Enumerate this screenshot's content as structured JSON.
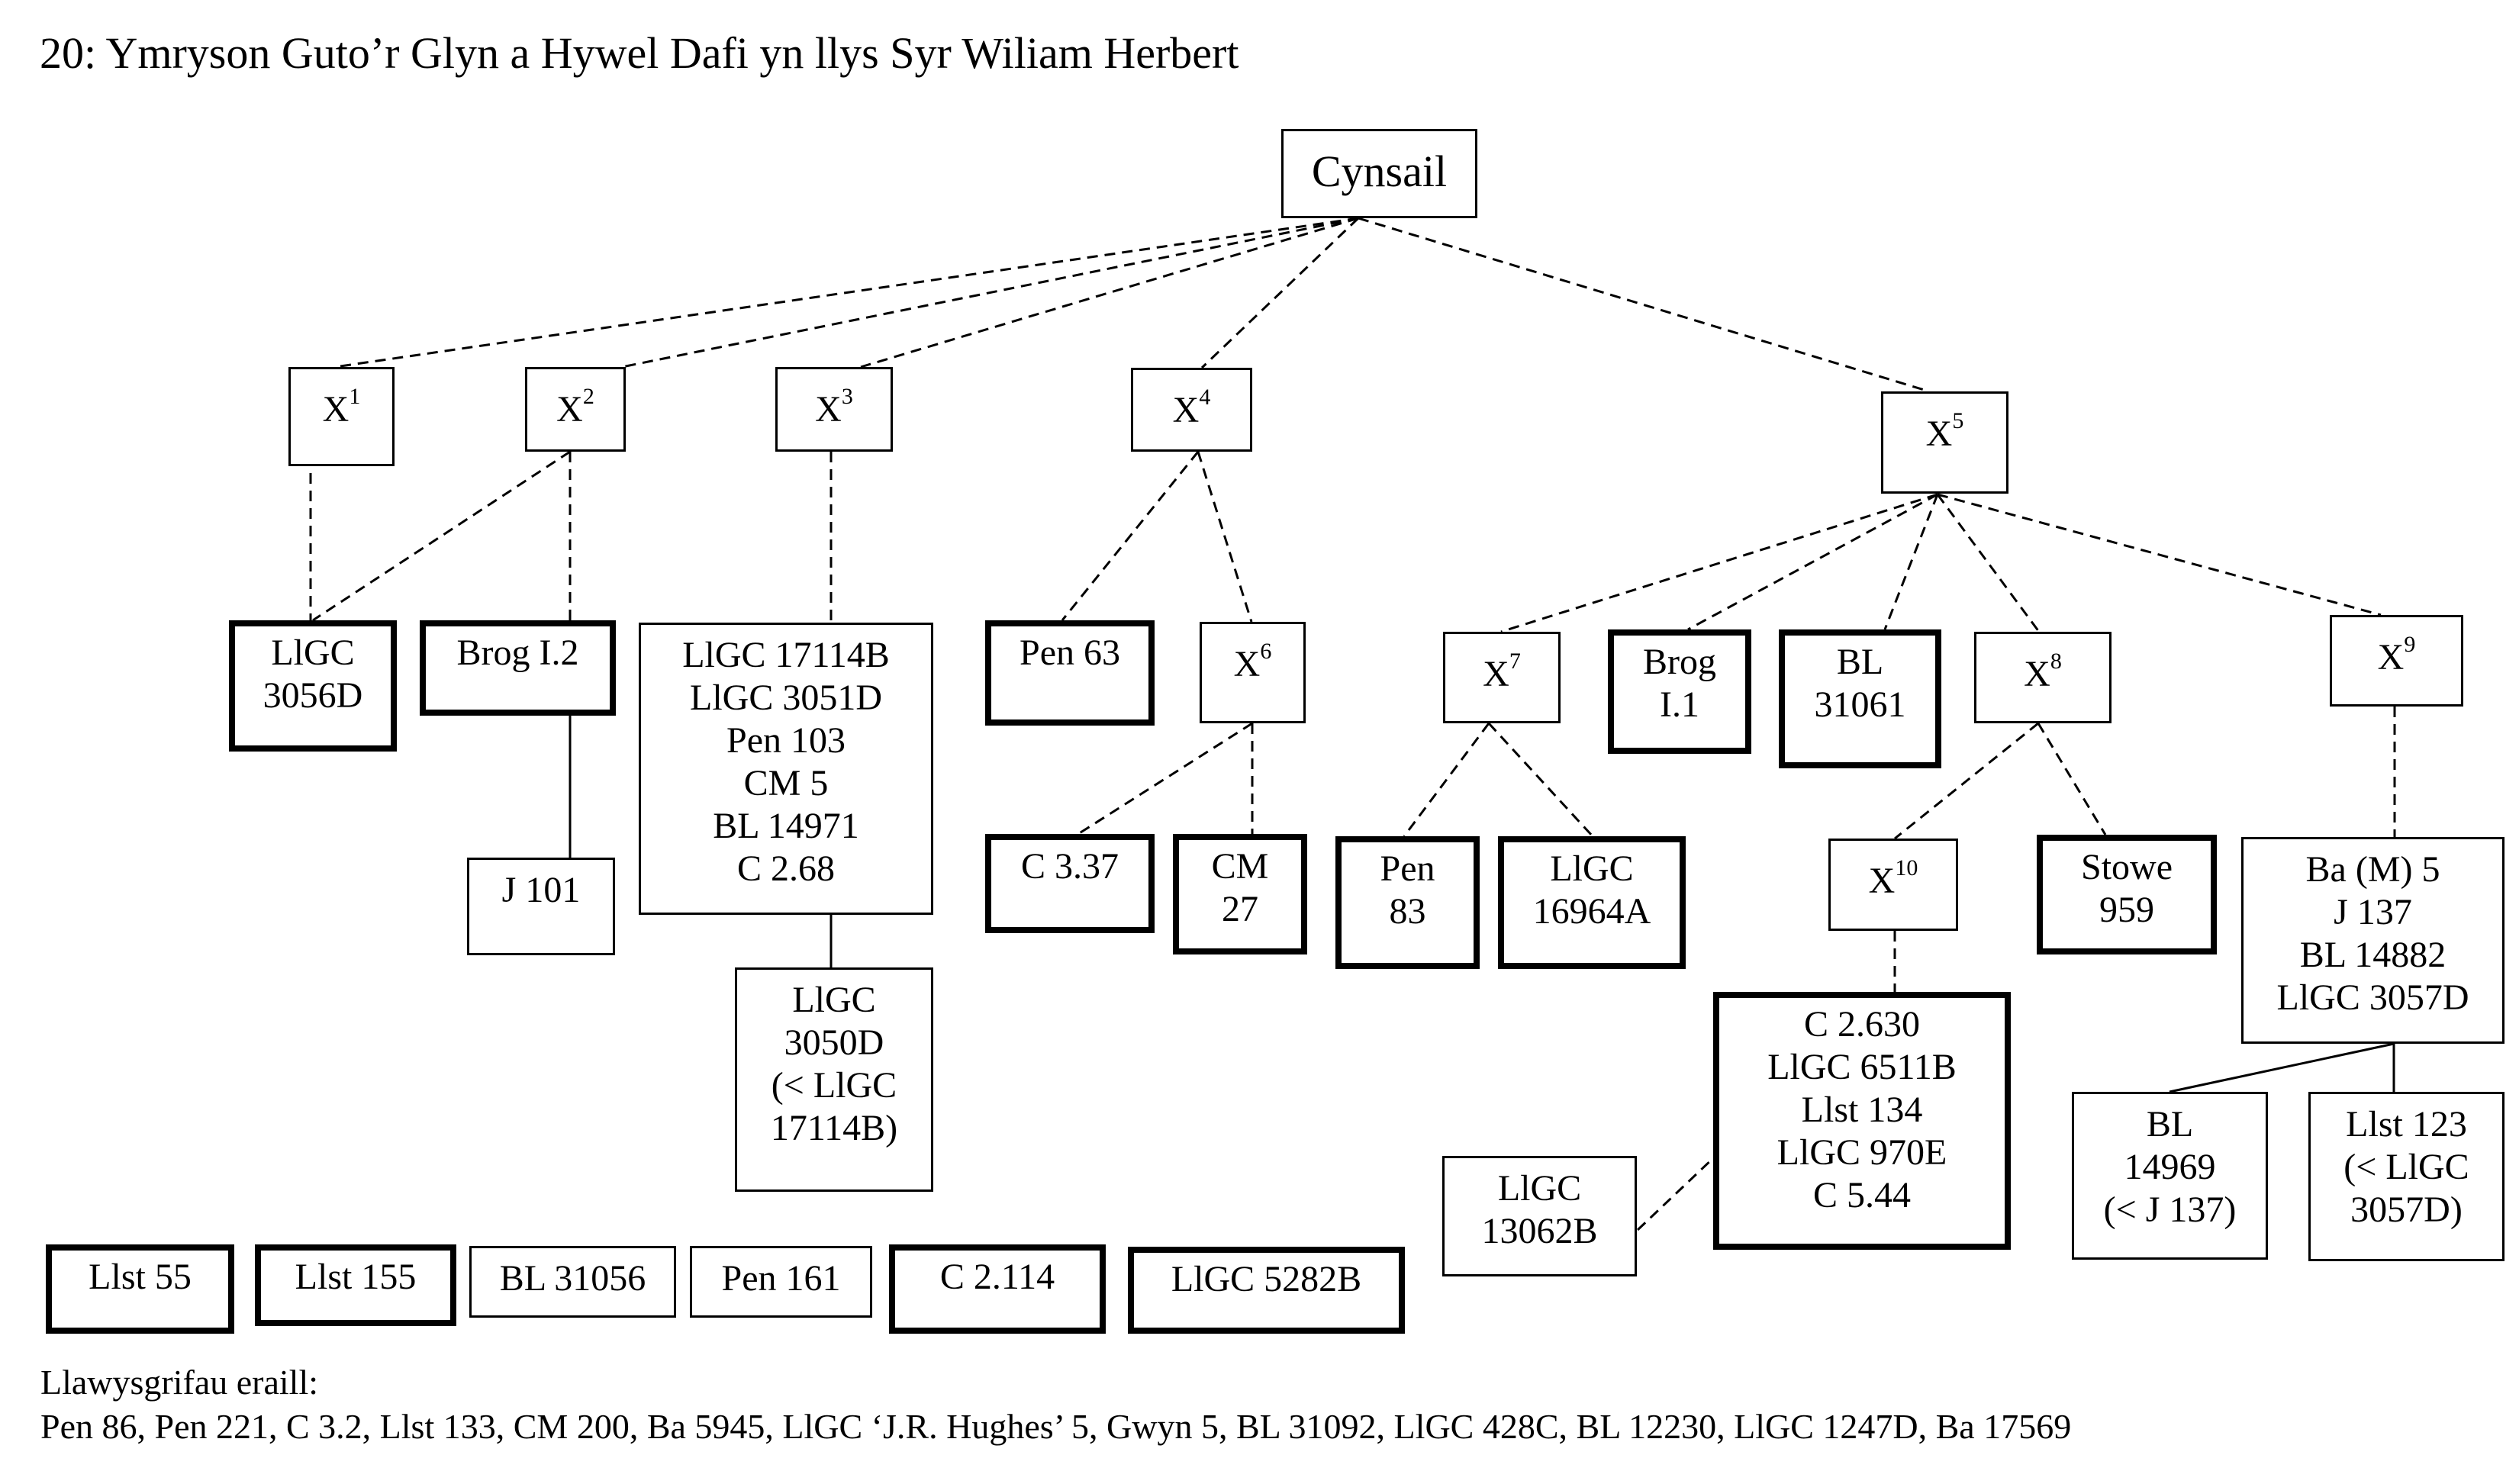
{
  "title": "20: Ymryson Guto’r Glyn a Hywel Dafi yn llys Syr Wiliam Herbert",
  "nodes": {
    "cynsail": {
      "lines": [
        "Cynsail"
      ],
      "kind": "archetype",
      "bold": false
    },
    "x1": {
      "label": "X",
      "sup": "1",
      "kind": "hypothetical",
      "bold": false
    },
    "x2": {
      "label": "X",
      "sup": "2",
      "kind": "hypothetical",
      "bold": false
    },
    "x3": {
      "label": "X",
      "sup": "3",
      "kind": "hypothetical",
      "bold": false
    },
    "x4": {
      "label": "X",
      "sup": "4",
      "kind": "hypothetical",
      "bold": false
    },
    "x5": {
      "label": "X",
      "sup": "5",
      "kind": "hypothetical",
      "bold": false
    },
    "x6": {
      "label": "X",
      "sup": "6",
      "kind": "hypothetical",
      "bold": false
    },
    "x7": {
      "label": "X",
      "sup": "7",
      "kind": "hypothetical",
      "bold": false
    },
    "x8": {
      "label": "X",
      "sup": "8",
      "kind": "hypothetical",
      "bold": false
    },
    "x9": {
      "label": "X",
      "sup": "9",
      "kind": "hypothetical",
      "bold": false
    },
    "x10": {
      "label": "X",
      "sup": "10",
      "kind": "hypothetical",
      "bold": false
    },
    "llgc3056d": {
      "lines": [
        "LlGC",
        "3056D"
      ],
      "kind": "manuscript",
      "bold": true
    },
    "brogi2": {
      "lines": [
        "Brog I.2"
      ],
      "kind": "manuscript",
      "bold": true
    },
    "j101": {
      "lines": [
        "J 101"
      ],
      "kind": "manuscript",
      "bold": false
    },
    "x3group": {
      "lines": [
        "LlGC 17114B",
        "LlGC 3051D",
        "Pen 103",
        "CM 5",
        "BL 14971",
        "C 2.68"
      ],
      "kind": "manuscript-group",
      "bold": false
    },
    "llgc3050d": {
      "lines": [
        "LlGC",
        "3050D",
        "(< LlGC",
        "17114B)"
      ],
      "kind": "manuscript",
      "bold": false
    },
    "pen63": {
      "lines": [
        "Pen 63"
      ],
      "kind": "manuscript",
      "bold": true
    },
    "c337": {
      "lines": [
        "C 3.37"
      ],
      "kind": "manuscript",
      "bold": true
    },
    "cm27": {
      "lines": [
        "CM",
        "27"
      ],
      "kind": "manuscript",
      "bold": true
    },
    "pen83": {
      "lines": [
        "Pen",
        "83"
      ],
      "kind": "manuscript",
      "bold": true
    },
    "llgc16964a": {
      "lines": [
        "LlGC",
        "16964A"
      ],
      "kind": "manuscript",
      "bold": true
    },
    "brogi1": {
      "lines": [
        "Brog",
        "I.1"
      ],
      "kind": "manuscript",
      "bold": true
    },
    "bl31061": {
      "lines": [
        "BL",
        "31061"
      ],
      "kind": "manuscript",
      "bold": true
    },
    "stowe959": {
      "lines": [
        "Stowe",
        "959"
      ],
      "kind": "manuscript",
      "bold": true
    },
    "x10group": {
      "lines": [
        "C 2.630",
        "LlGC 6511B",
        "Llst 134",
        "LlGC 970E",
        "C 5.44"
      ],
      "kind": "manuscript-group",
      "bold": true
    },
    "llgc13062b": {
      "lines": [
        "LlGC",
        "13062B"
      ],
      "kind": "manuscript",
      "bold": false
    },
    "x9group": {
      "lines": [
        "Ba (M) 5",
        "J 137",
        "BL 14882",
        "LlGC 3057D"
      ],
      "kind": "manuscript-group",
      "bold": false
    },
    "bl14969": {
      "lines": [
        "BL",
        "14969",
        "(< J 137)"
      ],
      "kind": "manuscript",
      "bold": false
    },
    "llst123": {
      "lines": [
        "Llst 123",
        "(< LlGC",
        "3057D)"
      ],
      "kind": "manuscript",
      "bold": false
    },
    "llst55": {
      "lines": [
        "Llst 55"
      ],
      "kind": "manuscript",
      "bold": true
    },
    "llst155": {
      "lines": [
        "Llst 155"
      ],
      "kind": "manuscript",
      "bold": true
    },
    "bl31056": {
      "lines": [
        "BL 31056"
      ],
      "kind": "manuscript",
      "bold": false
    },
    "pen161": {
      "lines": [
        "Pen 161"
      ],
      "kind": "manuscript",
      "bold": false
    },
    "c2114": {
      "lines": [
        "C 2.114"
      ],
      "kind": "manuscript",
      "bold": true
    },
    "llgc5282b": {
      "lines": [
        "LlGC 5282B"
      ],
      "kind": "manuscript",
      "bold": true
    }
  },
  "edges": [
    {
      "from": "cynsail",
      "to": "x1",
      "style": "dashed"
    },
    {
      "from": "cynsail",
      "to": "x2",
      "style": "dashed"
    },
    {
      "from": "cynsail",
      "to": "x3",
      "style": "dashed"
    },
    {
      "from": "cynsail",
      "to": "x4",
      "style": "dashed"
    },
    {
      "from": "cynsail",
      "to": "x5",
      "style": "dashed"
    },
    {
      "from": "x1",
      "to": "llgc3056d",
      "style": "dashed"
    },
    {
      "from": "x2",
      "to": "llgc3056d",
      "style": "dashed"
    },
    {
      "from": "x2",
      "to": "brogi2",
      "style": "dashed"
    },
    {
      "from": "brogi2",
      "to": "j101",
      "style": "solid"
    },
    {
      "from": "x3",
      "to": "x3group",
      "style": "dashed"
    },
    {
      "from": "x3group",
      "to": "llgc3050d",
      "style": "solid"
    },
    {
      "from": "x4",
      "to": "pen63",
      "style": "dashed"
    },
    {
      "from": "x4",
      "to": "x6",
      "style": "dashed"
    },
    {
      "from": "x6",
      "to": "c337",
      "style": "dashed"
    },
    {
      "from": "x6",
      "to": "cm27",
      "style": "dashed"
    },
    {
      "from": "x5",
      "to": "x7",
      "style": "dashed"
    },
    {
      "from": "x5",
      "to": "brogi1",
      "style": "dashed"
    },
    {
      "from": "x5",
      "to": "bl31061",
      "style": "dashed"
    },
    {
      "from": "x5",
      "to": "x8",
      "style": "dashed"
    },
    {
      "from": "x5",
      "to": "x9",
      "style": "dashed"
    },
    {
      "from": "x7",
      "to": "pen83",
      "style": "dashed"
    },
    {
      "from": "x7",
      "to": "llgc16964a",
      "style": "dashed"
    },
    {
      "from": "x8",
      "to": "x10",
      "style": "dashed"
    },
    {
      "from": "x8",
      "to": "stowe959",
      "style": "dashed"
    },
    {
      "from": "x10",
      "to": "x10group",
      "style": "dashed"
    },
    {
      "from": "llgc13062b",
      "to": "x10group",
      "style": "dashed"
    },
    {
      "from": "x9",
      "to": "x9group",
      "style": "dashed"
    },
    {
      "from": "x9group",
      "to": "bl14969",
      "style": "solid"
    },
    {
      "from": "x9group",
      "to": "llst123",
      "style": "solid"
    }
  ],
  "other_manuscripts": {
    "label": "Llawysgrifau eraill:",
    "list": "Pen 86, Pen 221, C 3.2, Llst 133, CM 200, Ba 5945, LlGC ‘J.R. Hughes’ 5, Gwyn 5, BL 31092, LlGC 428C, BL 12230, LlGC 1247D, Ba 17569"
  }
}
